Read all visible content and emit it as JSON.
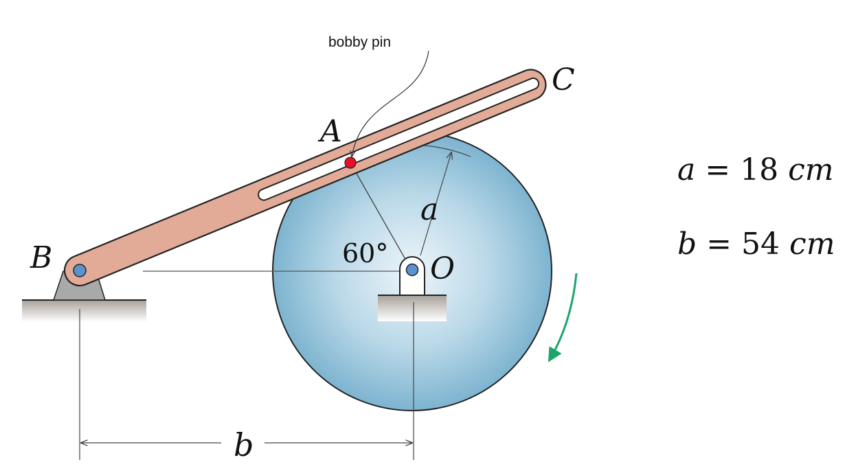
{
  "callout": {
    "text": "bobby pin"
  },
  "labels": {
    "A": "A",
    "B": "B",
    "C": "C",
    "O": "O",
    "a": "a",
    "b": "b",
    "angle": "60°"
  },
  "given": [
    {
      "var": "a",
      "eq": "=",
      "value": "18",
      "unit": "cm"
    },
    {
      "var": "b",
      "eq": "=",
      "value": "54",
      "unit": "cm"
    }
  ],
  "colors": {
    "link": "#e2ab97",
    "disk_center": "#e8f1f7",
    "disk_edge": "#7fb6d2",
    "pin": "#e8102a",
    "rotation_arrow": "#1aa66b",
    "support": "#a9a9a9",
    "ground": "#b3aca6",
    "bearing_hole": "#5b92cf"
  }
}
